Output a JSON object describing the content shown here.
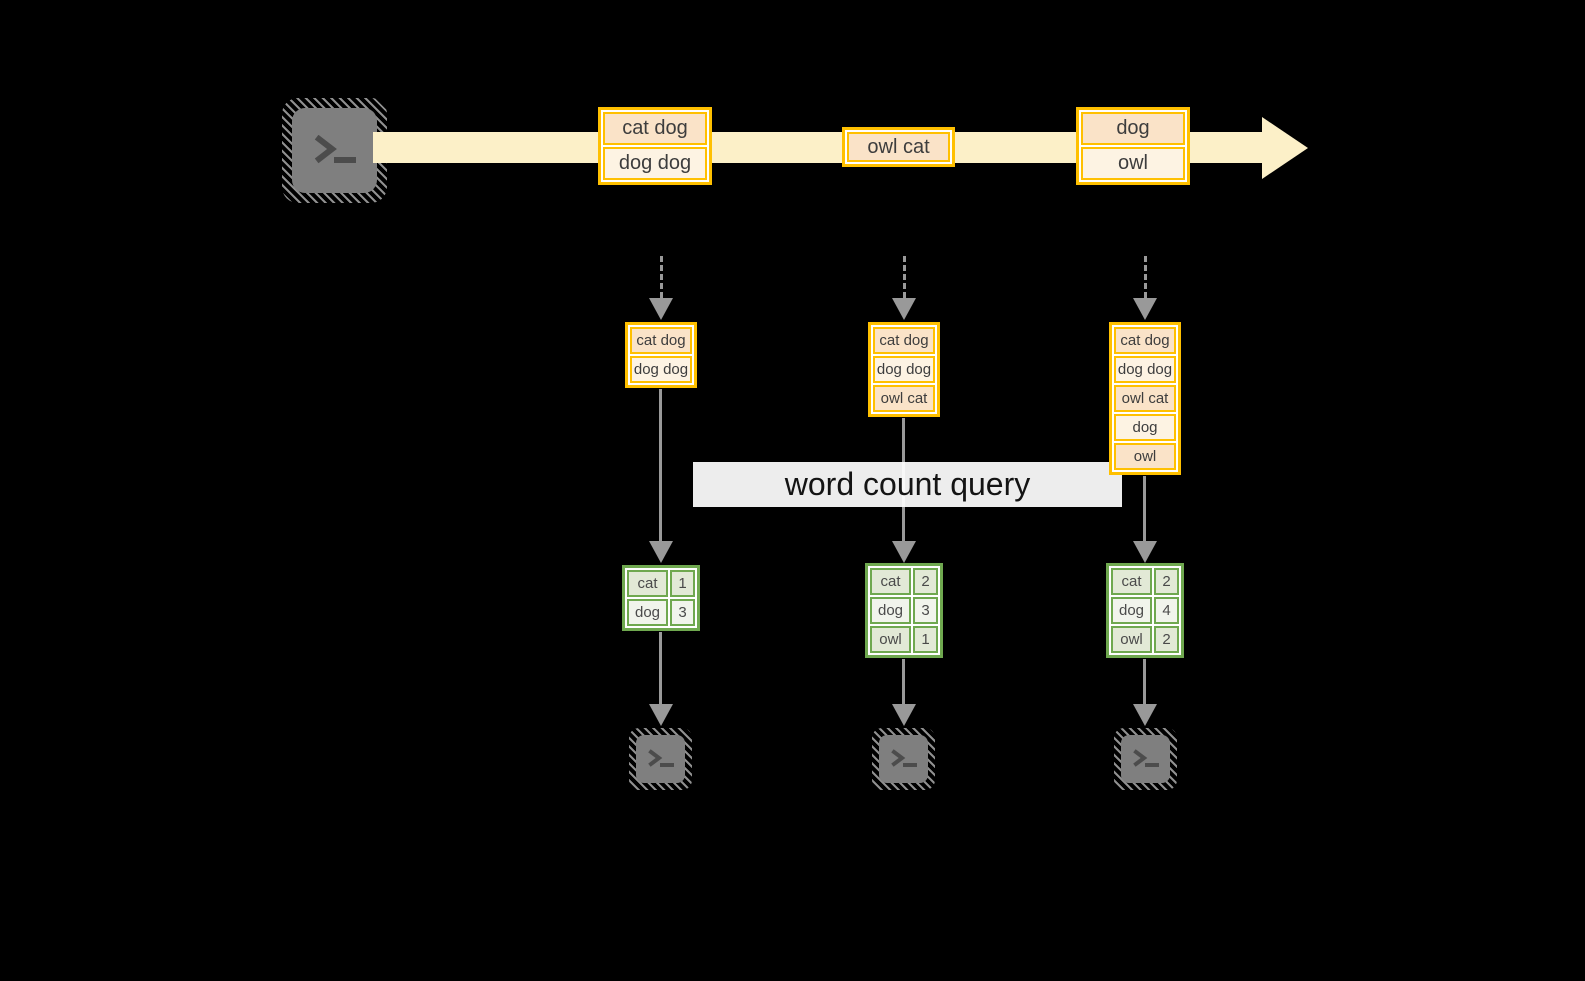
{
  "query": {
    "label": "word count query"
  },
  "stream": {
    "source_icon": "terminal-icon",
    "batches": [
      [
        "cat dog",
        "dog dog"
      ],
      [
        "owl cat"
      ],
      [
        "dog",
        "owl"
      ]
    ]
  },
  "columns": [
    {
      "snapshot": [
        "cat dog",
        "dog dog"
      ],
      "counts": [
        [
          "cat",
          "1"
        ],
        [
          "dog",
          "3"
        ]
      ]
    },
    {
      "snapshot": [
        "cat dog",
        "dog dog",
        "owl cat"
      ],
      "counts": [
        [
          "cat",
          "2"
        ],
        [
          "dog",
          "3"
        ],
        [
          "owl",
          "1"
        ]
      ]
    },
    {
      "snapshot": [
        "cat dog",
        "dog dog",
        "owl cat",
        "dog",
        "owl"
      ],
      "counts": [
        [
          "cat",
          "2"
        ],
        [
          "dog",
          "4"
        ],
        [
          "owl",
          "2"
        ]
      ]
    }
  ],
  "colors": {
    "accent_orange": "#FFC000",
    "cell_peach_dark": "#FAE3C8",
    "cell_peach_light": "#FDF3E3",
    "band_cream": "#FCF0C8",
    "accent_green": "#6FA84F",
    "cell_green_dark": "#E2E9D6",
    "cell_green_light": "#F1F4EC",
    "arrow_gray": "#999999",
    "terminal_gray": "#7F7F7F"
  }
}
